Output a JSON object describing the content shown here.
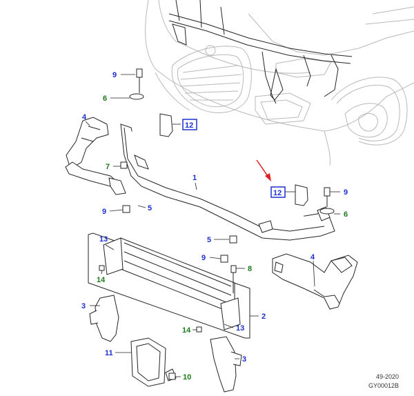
{
  "callouts": {
    "c1": "1",
    "c2": "2",
    "c3a": "3",
    "c3b": "3",
    "c4a": "4",
    "c4b": "4",
    "c5a": "5",
    "c5b": "5",
    "c6a": "6",
    "c6b": "6",
    "c7": "7",
    "c8": "8",
    "c9a": "9",
    "c9b": "9",
    "c9c": "9",
    "c9d": "9",
    "c10": "10",
    "c11": "11",
    "c12a": "12",
    "c12b": "12",
    "c13a": "13",
    "c13b": "13",
    "c14a": "14",
    "c14b": "14"
  },
  "footer": {
    "date_code": "49-2020",
    "ref_code": "GY00012B"
  },
  "colors": {
    "blue_callout": "#1c2fd0",
    "green_callout": "#1a7a1a",
    "arrow": "#e02020",
    "line": "#222222",
    "car_line": "#b0b0b0"
  }
}
